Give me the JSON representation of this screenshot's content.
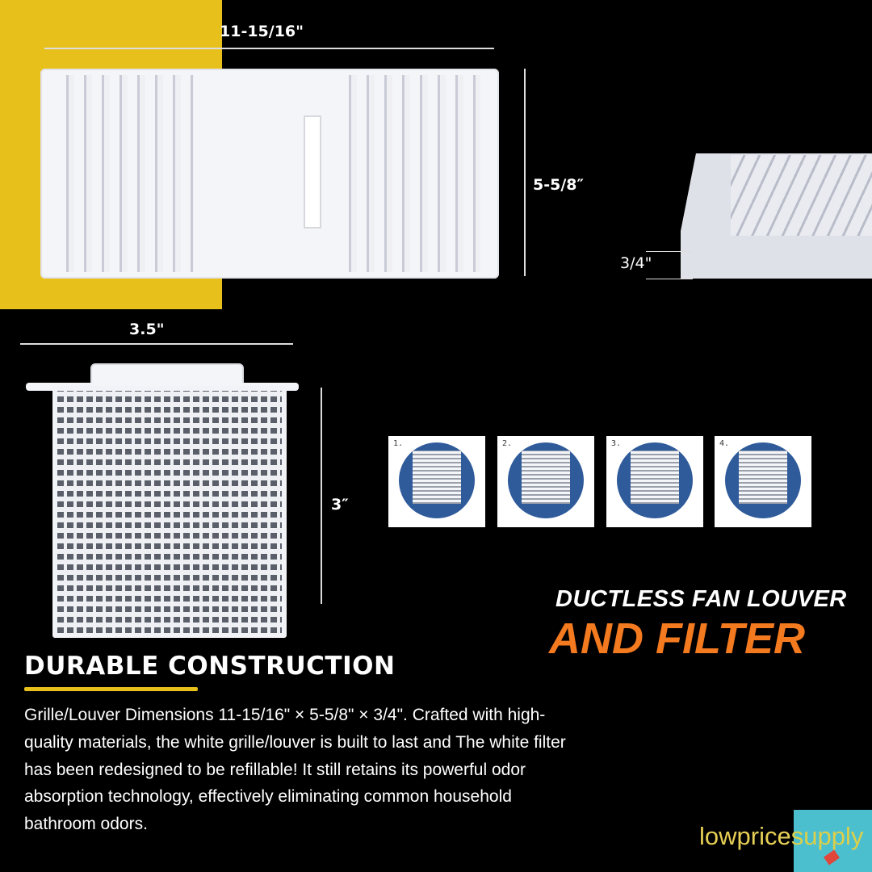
{
  "dimensions": {
    "width": "11-15/16\"",
    "height": "5-5/8″",
    "depth": "3/4\"",
    "filter_width": "3.5\"",
    "filter_height": "3″"
  },
  "steps": [
    {
      "label": "1."
    },
    {
      "label": "2."
    },
    {
      "label": "3."
    },
    {
      "label": "4."
    }
  ],
  "title": {
    "line1": "DUCTLESS FAN LOUVER",
    "line2": "AND FILTER"
  },
  "section": {
    "heading": "DURABLE CONSTRUCTION",
    "body": "Grille/Louver Dimensions 11-15/16\" × 5-5/8\" × 3/4\". Crafted with high-quality materials, the white grille/louver is built to last and The white filter has been redesigned to be refillable! It still retains its powerful odor absorption technology, effectively eliminating common household bathroom odors."
  },
  "logo": {
    "part1": "lowprice",
    "part2": "supply"
  },
  "colors": {
    "accent_yellow": "#e8c01c",
    "title_orange": "#f47a20",
    "logo_cyan": "#4cbfcf",
    "background": "#000000"
  }
}
